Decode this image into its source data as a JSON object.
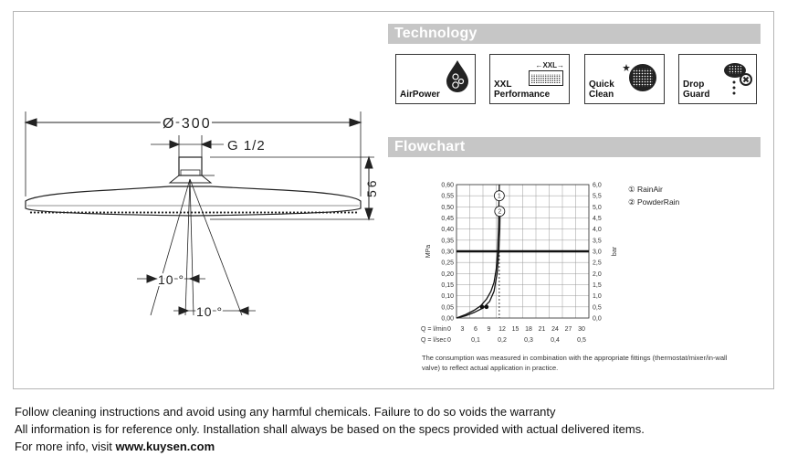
{
  "technology": {
    "title": "Technology",
    "features": [
      {
        "label": "AirPower",
        "icon": "airpower-drop-icon"
      },
      {
        "label": "XXL\nPerformance",
        "icon": "xxl-spray-icon",
        "badge": "←XXL→"
      },
      {
        "label": "Quick\nClean",
        "icon": "quickclean-icon"
      },
      {
        "label": "Drop\nGuard",
        "icon": "dropguard-icon"
      }
    ]
  },
  "drawing": {
    "diameter": "Ø 300",
    "thread": "G 1/2",
    "height": "56",
    "angle1": "10 °",
    "angle2": "10 °"
  },
  "flowchart": {
    "title": "Flowchart",
    "legend": [
      "① RainAir",
      "② PowderRain"
    ],
    "note": "The consumption was measured in combination with the appropriate fittings (thermostat/mixer/in-wall valve) to reflect actual application in practice."
  },
  "chart_data": {
    "type": "line",
    "ylabel_left": "MPa",
    "ylabel_right": "bar",
    "yticks_left": [
      "0,00",
      "0,05",
      "0,10",
      "0,15",
      "0,20",
      "0,25",
      "0,30",
      "0,35",
      "0,40",
      "0,45",
      "0,50",
      "0,55",
      "0,60"
    ],
    "yticks_right": [
      "0,0",
      "0,5",
      "1,0",
      "1,5",
      "2,0",
      "2,5",
      "3,0",
      "3,5",
      "4,0",
      "4,5",
      "5,0",
      "5,5",
      "6,0"
    ],
    "xlabel_lmin": "Q = l/min",
    "xticks_lmin": [
      "0",
      "3",
      "6",
      "9",
      "12",
      "15",
      "18",
      "21",
      "24",
      "27",
      "30"
    ],
    "xlabel_ls": "Q = l/sec",
    "xticks_ls": [
      "0",
      "0,1",
      "0,2",
      "0,3",
      "0,4",
      "0,5"
    ],
    "ylim": [
      0,
      0.6
    ],
    "xlim": [
      0,
      30
    ],
    "reference_line": 0.3,
    "series": [
      {
        "name": "① RainAir",
        "marker_label": "1",
        "x": [
          0,
          2,
          4,
          5.5,
          6.8,
          7.8,
          8.5,
          9.0,
          9.3,
          9.5,
          9.6,
          9.7
        ],
        "y": [
          0,
          0.015,
          0.035,
          0.055,
          0.085,
          0.12,
          0.16,
          0.22,
          0.3,
          0.4,
          0.5,
          0.6
        ],
        "operating_point": {
          "x": 6.8,
          "y": 0.05
        }
      },
      {
        "name": "② PowderRain",
        "marker_label": "2",
        "x": [
          0,
          2,
          4,
          6,
          7.5,
          8.5,
          9.2,
          9.6,
          9.8,
          9.9
        ],
        "y": [
          0,
          0.01,
          0.025,
          0.045,
          0.075,
          0.12,
          0.2,
          0.3,
          0.4,
          0.5
        ],
        "operating_point": {
          "x": 5.8,
          "y": 0.05
        }
      }
    ]
  },
  "footer": {
    "line1": "Follow cleaning instructions and avoid using any harmful chemicals. Failure to do so voids the warranty",
    "line2": "All information is for reference only. Installation shall always be based on the specs provided with actual delivered items.",
    "line3_prefix": "For more info, visit ",
    "line3_link": "www.kuysen.com"
  }
}
